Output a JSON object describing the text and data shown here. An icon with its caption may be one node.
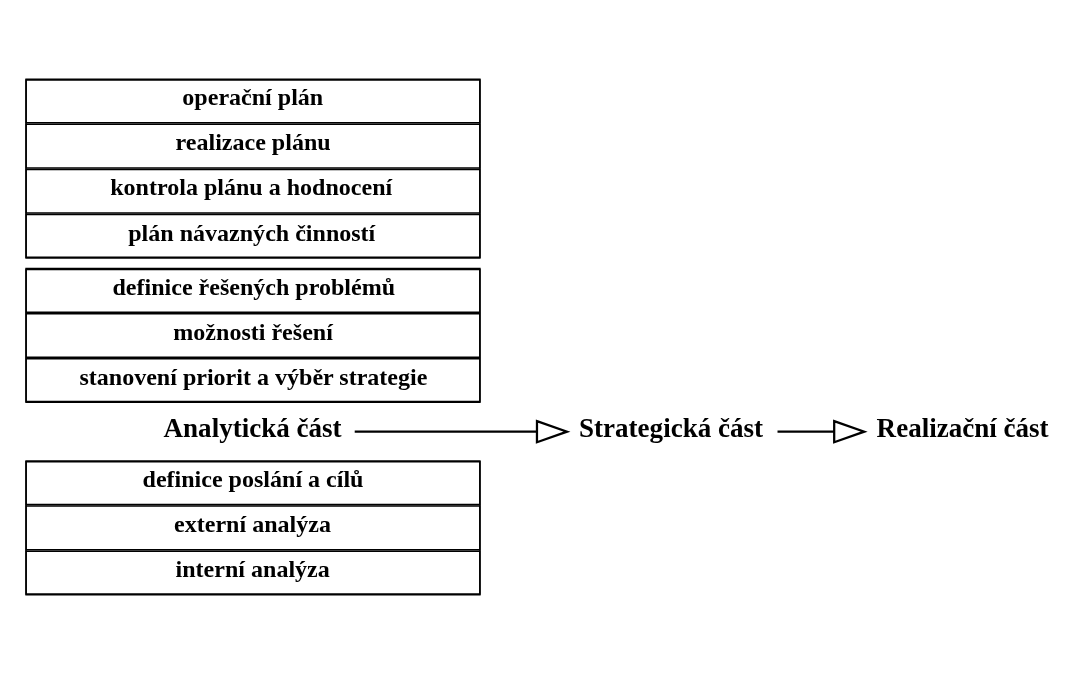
{
  "diagram": {
    "nodes": [
      {
        "text": [],
        "shape": "box"
      },
      {
        "text": [
          "definice poslání a cílů"
        ],
        "in": 0
      },
      {
        "text": [
          "externí analýza"
        ],
        "in": 0
      },
      {
        "text": [
          "interní analýza"
        ],
        "in": 0
      },
      {
        "text": [
          "Analytická část"
        ]
      },
      {
        "text": [],
        "shape": "box"
      },
      {
        "text": [
          "definice řešených problémů"
        ],
        "in": 5
      },
      {
        "text": [
          "možnosti řešení"
        ],
        "in": 5
      },
      {
        "text": [
          "stanovení priorit a výběr strategie"
        ],
        "in": 5
      },
      {
        "text": [
          "Strategická část"
        ]
      },
      {
        "text": [],
        "shape": "box"
      },
      {
        "text": [
          "operační plán"
        ],
        "in": 10
      },
      {
        "text": [
          "realizace plánu"
        ],
        "in": 10
      },
      {
        "text": [
          "kontrola plánu a hodnocení"
        ],
        "in": 10
      },
      {
        "text": [
          "plán návazných činností"
        ],
        "in": 10
      },
      {
        "text": [
          "Realizační část"
        ]
      }
    ],
    "edges": [
      {
        "from": 4,
        "to": 9,
        "arrow": "to"
      },
      {
        "from": 9,
        "to": 15,
        "arrow": "to"
      }
    ]
  }
}
